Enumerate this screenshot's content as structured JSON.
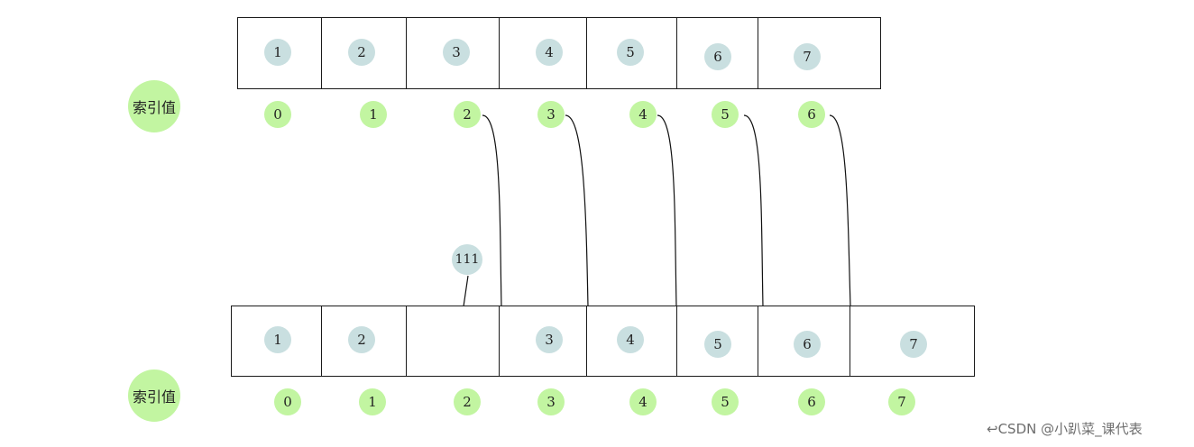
{
  "top_array": {
    "values": [
      "1",
      "2",
      "3",
      "4",
      "5",
      "6",
      "7"
    ],
    "index_label": "索引值",
    "indices": [
      "0",
      "1",
      "2",
      "3",
      "4",
      "5",
      "6"
    ]
  },
  "insert_value": "111",
  "bottom_array": {
    "values": [
      "1",
      "2",
      "",
      "3",
      "4",
      "5",
      "6",
      "7"
    ],
    "index_label": "索引值",
    "indices": [
      "0",
      "1",
      "2",
      "3",
      "4",
      "5",
      "6",
      "7"
    ]
  },
  "watermark": "CSDN @小趴菜_课代表",
  "colors": {
    "value_circle": "#c9dfe0",
    "index_circle": "#c2f5a1",
    "cell_border": "#1a1a1a"
  }
}
